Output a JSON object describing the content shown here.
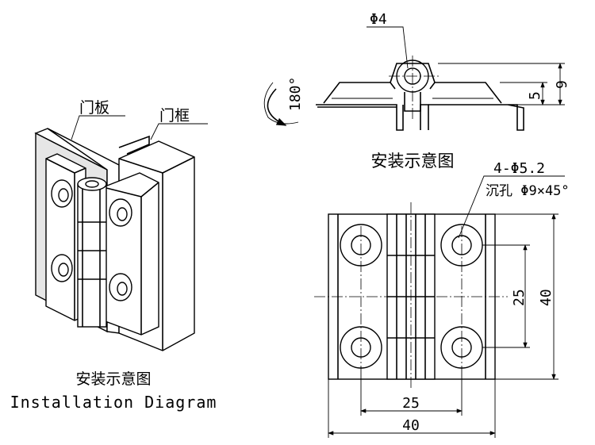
{
  "iso_view": {
    "door_panel_label": "门板",
    "door_frame_label": "门框",
    "caption_zh": "安装示意图",
    "caption_en": "Installation Diagram"
  },
  "side_view": {
    "pin_diameter": "Φ4",
    "height_dim": "9",
    "leaf_dim": "5",
    "rotation": "180°",
    "caption_zh": "安装示意图"
  },
  "front_view": {
    "hole_spec": "4-Φ5.2",
    "countersink": "沉孔 Φ9×45°",
    "hole_spacing_vertical": "25",
    "overall_height": "40",
    "hole_spacing_horizontal": "25",
    "overall_width": "40"
  }
}
